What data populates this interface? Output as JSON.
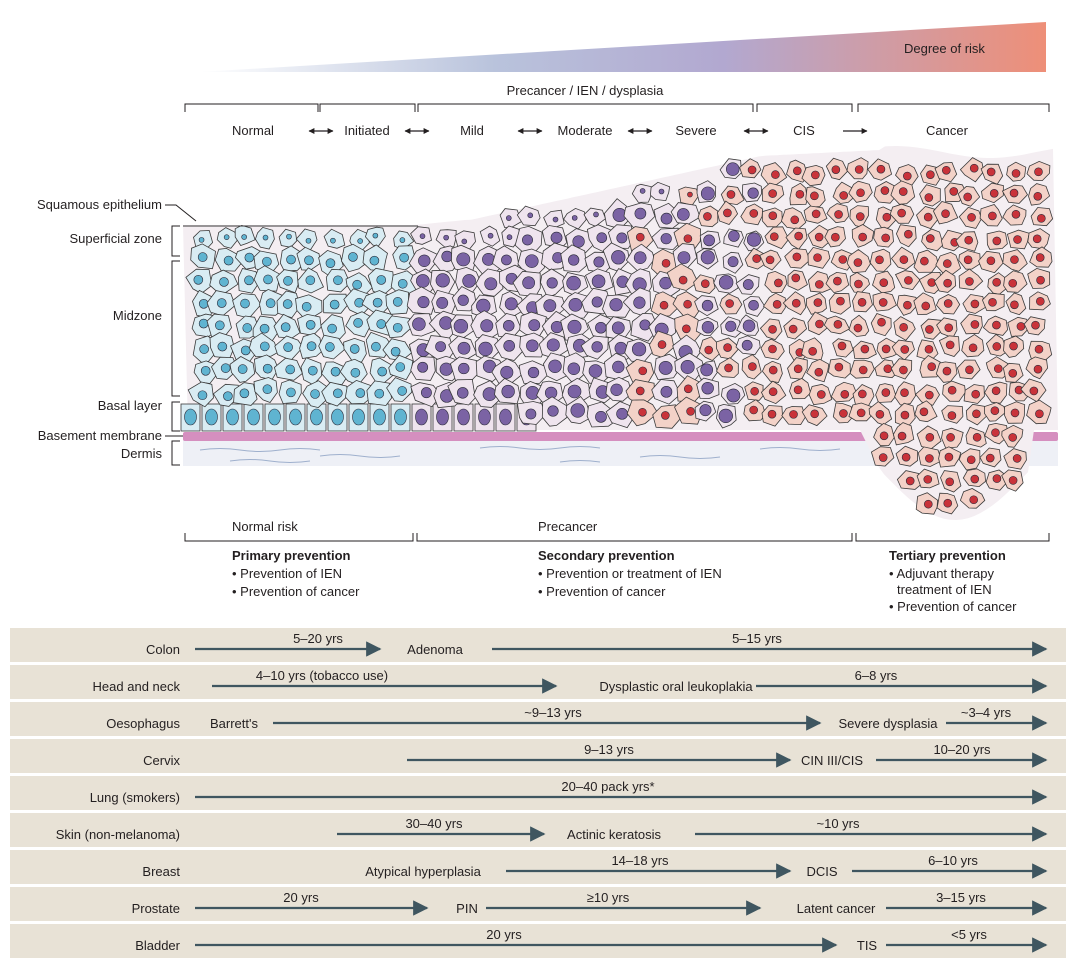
{
  "risk_label": "Degree of risk",
  "precancer_header": "Precancer / IEN / dysplasia",
  "stages": [
    "Normal",
    "Initiated",
    "Mild",
    "Moderate",
    "Severe",
    "CIS",
    "Cancer"
  ],
  "tissue_labels": {
    "squamous": "Squamous epithelium",
    "superficial": "Superficial zone",
    "midzone": "Midzone",
    "basal": "Basal layer",
    "basement": "Basement membrane",
    "dermis": "Dermis"
  },
  "risk_groups": [
    {
      "title": "Normal risk",
      "prevention": "Primary prevention",
      "items": [
        "• Prevention of IEN",
        "• Prevention of cancer"
      ]
    },
    {
      "title": "Precancer",
      "prevention": "Secondary prevention",
      "items": [
        "• Prevention or treatment of IEN",
        "• Prevention of cancer"
      ]
    },
    {
      "title": "",
      "prevention": "Tertiary prevention",
      "items": [
        "• Adjuvant therapy",
        "treatment of IEN",
        "• Prevention of cancer"
      ]
    }
  ],
  "colors": {
    "normal_cell": "#d9ecf3",
    "normal_nucleus": "#5fb4d1",
    "dysplasia_cell": "#efe4ee",
    "dysplasia_nucleus": "#7b63a4",
    "cancer_cell": "#f3d2c8",
    "cancer_nucleus": "#c9333a",
    "table_band": "#e8e2d6",
    "arrow": "#3f5660"
  },
  "timeline": [
    {
      "organ": "Colon",
      "labels": [
        {
          "text": "5–20 yrs"
        },
        {
          "text": "Adenoma"
        },
        {
          "text": "5–15 yrs"
        }
      ]
    },
    {
      "organ": "Head and neck",
      "labels": [
        {
          "text": "4–10 yrs (tobacco use)"
        },
        {
          "text": "Dysplastic oral leukoplakia"
        },
        {
          "text": "6–8 yrs"
        }
      ]
    },
    {
      "organ": "Oesophagus",
      "labels": [
        {
          "text": "Barrett's"
        },
        {
          "text": "~9–13 yrs"
        },
        {
          "text": "Severe dysplasia"
        },
        {
          "text": "~3–4 yrs"
        }
      ]
    },
    {
      "organ": "Cervix",
      "labels": [
        {
          "text": "9–13 yrs"
        },
        {
          "text": "CIN III/CIS"
        },
        {
          "text": "10–20 yrs"
        }
      ]
    },
    {
      "organ": "Lung (smokers)",
      "labels": [
        {
          "text": "20–40 pack yrs*"
        }
      ]
    },
    {
      "organ": "Skin (non-melanoma)",
      "labels": [
        {
          "text": "30–40 yrs"
        },
        {
          "text": "Actinic keratosis"
        },
        {
          "text": "~10 yrs"
        }
      ]
    },
    {
      "organ": "Breast",
      "labels": [
        {
          "text": "Atypical hyperplasia"
        },
        {
          "text": "14–18 yrs"
        },
        {
          "text": "DCIS"
        },
        {
          "text": "6–10 yrs"
        }
      ]
    },
    {
      "organ": "Prostate",
      "labels": [
        {
          "text": "20 yrs"
        },
        {
          "text": "PIN"
        },
        {
          "text": "≥10 yrs"
        },
        {
          "text": "Latent cancer"
        },
        {
          "text": "3–15 yrs"
        }
      ]
    },
    {
      "organ": "Bladder",
      "labels": [
        {
          "text": "20 yrs"
        },
        {
          "text": "TIS"
        },
        {
          "text": "<5 yrs"
        }
      ]
    }
  ]
}
